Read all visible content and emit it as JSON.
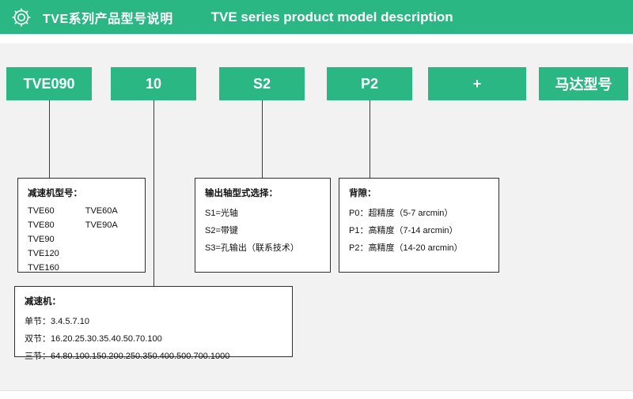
{
  "header": {
    "icon": "gear-icon",
    "title_cn": "TVE系列产品型号说明",
    "title_en": "TVE series product model description",
    "bg_color": "#2bb784"
  },
  "code_boxes": [
    {
      "label": "TVE090"
    },
    {
      "label": "10"
    },
    {
      "label": "S2"
    },
    {
      "label": "P2"
    },
    {
      "label": "+"
    },
    {
      "label": "马达型号"
    }
  ],
  "callouts": {
    "model": {
      "title": "减速机型号：",
      "rows": [
        {
          "left": "TVE60",
          "right": "TVE60A"
        },
        {
          "left": "TVE80",
          "right": "TVE90A"
        },
        {
          "left": "TVE90",
          "right": ""
        },
        {
          "left": "TVE120",
          "right": ""
        },
        {
          "left": "TVE160",
          "right": ""
        }
      ]
    },
    "shaft": {
      "title": "输出轴型式选择：",
      "lines": [
        "S1=光轴",
        "S2=带键",
        "S3=孔输出（联系技术）"
      ]
    },
    "backlash": {
      "title": "背隙：",
      "lines": [
        "P0：超精度（5-7 arcmin）",
        "P1：高精度（7-14 arcmin）",
        "P2：高精度（14-20 arcmin）"
      ]
    },
    "ratio": {
      "title": "减速机：",
      "lines": [
        "单节：3.4.5.7.10",
        "双节：16.20.25.30.35.40.50.70.100",
        "三节：64.80.100.150.200.250.350.400.500.700.1000"
      ]
    }
  }
}
